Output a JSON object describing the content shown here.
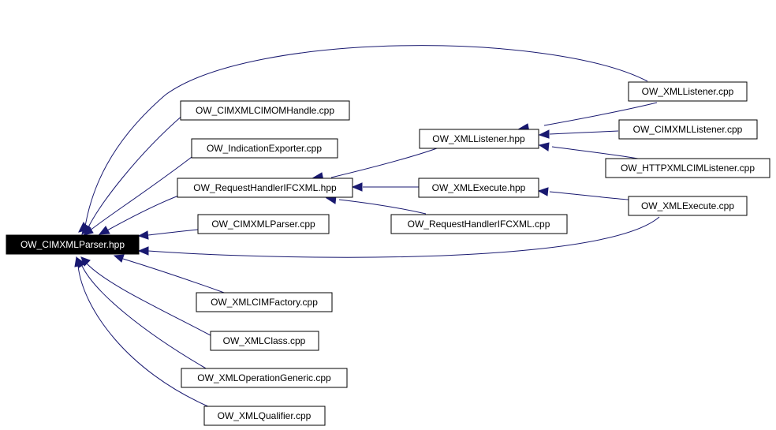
{
  "colors": {
    "edge": "#191970",
    "root_fill": "#000000",
    "root_text": "#ffffff",
    "node_fill": "#ffffff",
    "node_border": "#000000"
  },
  "nodes": {
    "root": "OW_CIMXMLParser.hpp",
    "cimomhandle": "OW_CIMXMLCIMOMHandle.cpp",
    "indicationexporter": "OW_IndicationExporter.cpp",
    "requesthandler_hpp": "OW_RequestHandlerIFCXML.hpp",
    "cimxmlparser_cpp": "OW_CIMXMLParser.cpp",
    "xmlcimfactory": "OW_XMLCIMFactory.cpp",
    "xmlclass": "OW_XMLClass.cpp",
    "xmloperationgeneric": "OW_XMLOperationGeneric.cpp",
    "xmlqualifier": "OW_XMLQualifier.cpp",
    "xmllistener_hpp": "OW_XMLListener.hpp",
    "xmlexecute_hpp": "OW_XMLExecute.hpp",
    "requesthandler_cpp": "OW_RequestHandlerIFCXML.cpp",
    "xmllistener_cpp": "OW_XMLListener.cpp",
    "cimxmllistener_cpp": "OW_CIMXMLListener.cpp",
    "httpxmlcimlistener_cpp": "OW_HTTPXMLCIMListener.cpp",
    "xmlexecute_cpp": "OW_XMLExecute.cpp"
  }
}
